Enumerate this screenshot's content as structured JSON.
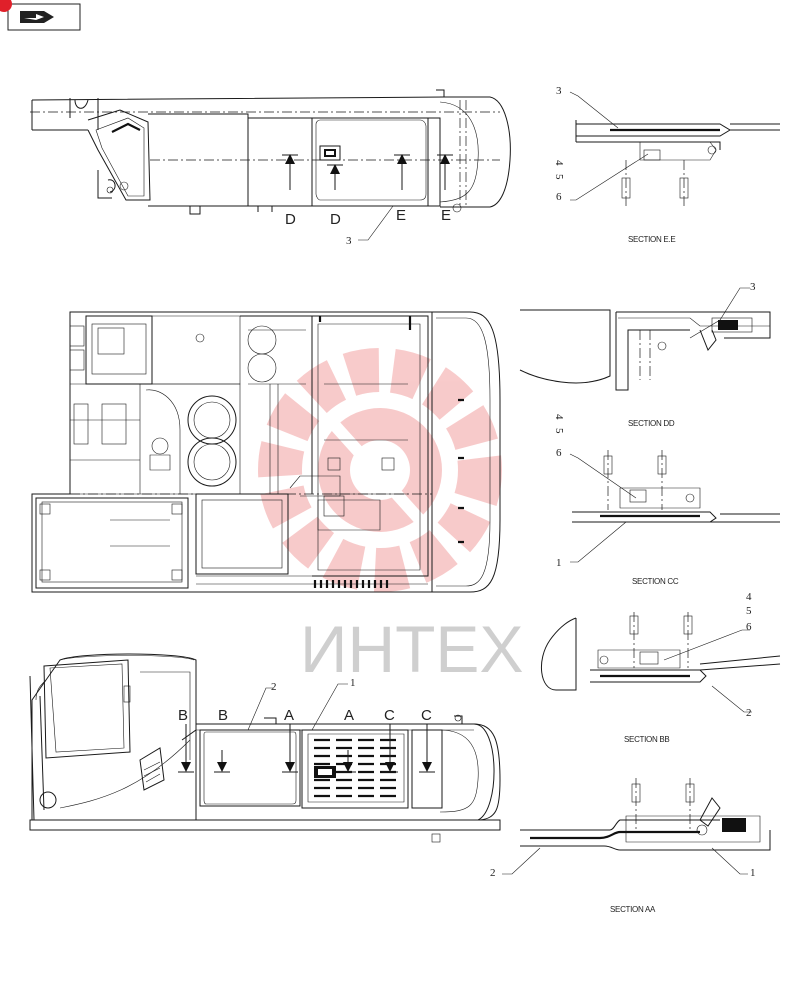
{
  "watermark": {
    "text": "ИНТЕХ",
    "color": "#f4b7b7"
  },
  "nav": {
    "icon": "back-arrow-icon",
    "badge_color": "#e0202a"
  },
  "side_view": {
    "section_letters": [
      "D",
      "D",
      "E",
      "E"
    ],
    "callout": "3"
  },
  "front_view": {
    "section_letters": [
      "B",
      "B",
      "A",
      "A",
      "C",
      "C"
    ],
    "callouts": [
      "2",
      "1"
    ]
  },
  "section_ee": {
    "caption": "SECTION E.E",
    "callouts": [
      "3",
      "4",
      "5",
      "6"
    ]
  },
  "section_dd": {
    "caption": "SECTION DD",
    "callouts": [
      "3"
    ]
  },
  "section_cc": {
    "caption": "SECTION CC",
    "callouts": [
      "4",
      "5",
      "6",
      "1"
    ]
  },
  "section_bb": {
    "caption": "SECTION BB",
    "callouts": [
      "4",
      "5",
      "6",
      "2"
    ]
  },
  "section_aa": {
    "caption": "SECTION AA",
    "callouts": [
      "2",
      "1"
    ]
  }
}
